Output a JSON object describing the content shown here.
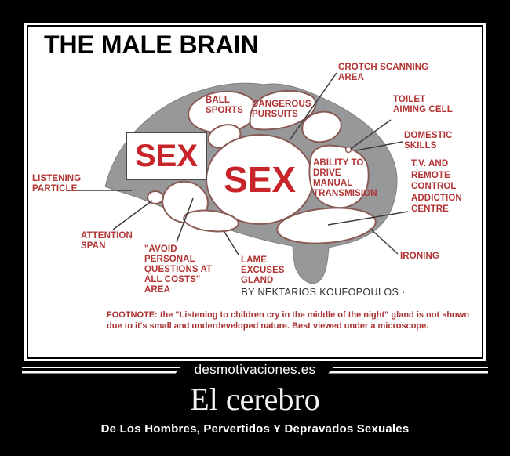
{
  "colors": {
    "page_bg": "#000000",
    "meme_bg": "#ffffff",
    "brain_gray": "#96989a",
    "blob_outline": "#8a5a55",
    "label_red": "#b23434",
    "sex_red": "#c8252a",
    "footnote_red": "#a93030",
    "byline_gray": "#333333",
    "text_white": "#f5f5f5"
  },
  "meme": {
    "title": "THE MALE BRAIN",
    "byline": "BY NEKTARIOS KOUFOPOULOS ·",
    "footnote": "FOOTNOTE: the \"Listening to children cry in the middle of the night\" gland is not shown\ndue to it's small and underdeveloped nature.  Best viewed under a microscope.",
    "labels": {
      "crotch_scanning": "CROTCH SCANNING\nAREA",
      "toilet_aiming": "TOILET\nAIMING CELL",
      "domestic_skills": "DOMESTIC\nSKILLS",
      "tv_remote": "T.V. AND\nREMOTE\nCONTROL\nADDICTION\nCENTRE",
      "ironing": "IRONING",
      "ball_sports": "BALL\nSPORTS",
      "dangerous_pursuits": "DANGEROUS\nPURSUITS",
      "ability_drive": "ABILITY TO\nDRIVE\nMANUAL\nTRANSMISION",
      "listening_particle": "LISTENING\nPARTICLE",
      "attention_span": "ATTENTION\nSPAN",
      "avoid_questions": "\"AVOID\nPERSONAL\nQUESTIONS AT\nALL COSTS\"\nAREA",
      "lame_excuses": "LAME\nEXCUSES\nGLAND",
      "sex_box": "SEX",
      "sex_main": "SEX"
    }
  },
  "footer": {
    "branding": "desmotivaciones.es",
    "title": "El cerebro",
    "subtitle": "De Los Hombres, Pervertidos Y Depravados Sexuales"
  }
}
